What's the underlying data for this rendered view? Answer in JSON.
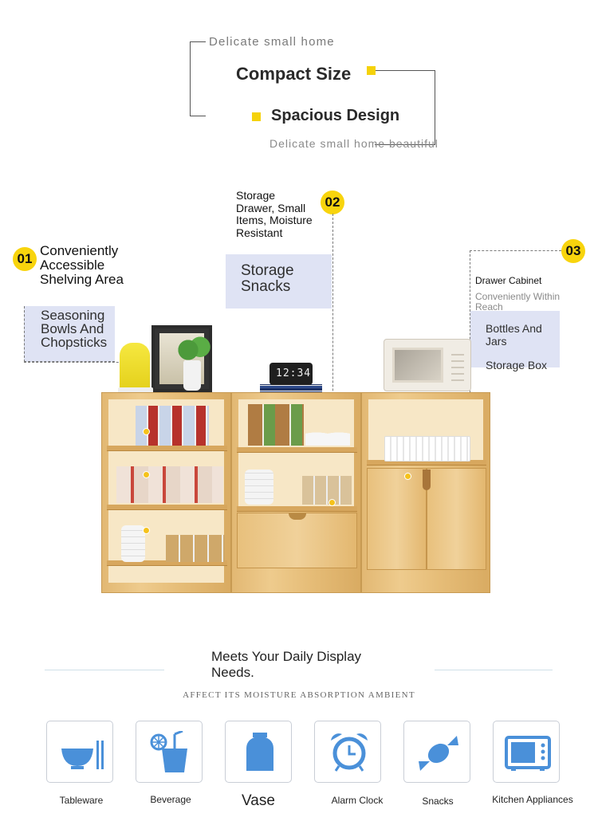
{
  "header": {
    "tagline_top": "Delicate small home",
    "title_compact": "Compact Size",
    "title_spacious": "Spacious Design",
    "tagline_bottom": "Delicate small home beautiful"
  },
  "callouts": {
    "one": {
      "number": "01",
      "title": "Conveniently Accessible Shelving Area",
      "panel": "Seasoning Bowls And Chopsticks"
    },
    "two": {
      "number": "02",
      "title": "Storage Drawer, Small Items, Moisture Resistant",
      "panel": "Storage Snacks"
    },
    "three": {
      "number": "03",
      "title": "Drawer Cabinet",
      "subtitle": "Conveniently Within Reach",
      "panel_line1": "Bottles And Jars",
      "panel_line2": "Storage Box"
    }
  },
  "clock_display": "12:34",
  "section": {
    "title": "Meets Your Daily Display Needs.",
    "subtitle": "AFFECT ITS MOISTURE ABSORPTION AMBIENT"
  },
  "uses": [
    {
      "label": "Tableware",
      "icon": "bowl-chopsticks-icon"
    },
    {
      "label": "Beverage",
      "icon": "drink-cup-icon"
    },
    {
      "label": "Vase",
      "icon": "vase-icon"
    },
    {
      "label": "Alarm Clock",
      "icon": "alarm-clock-icon"
    },
    {
      "label": "Snacks",
      "icon": "candy-icon"
    },
    {
      "label": "Kitchen Appliances",
      "icon": "microwave-icon"
    }
  ],
  "colors": {
    "accent_yellow": "#f8d40d",
    "panel_blue": "#dfe3f4",
    "icon_blue": "#4a90d9",
    "wood": "#e6bd78"
  }
}
